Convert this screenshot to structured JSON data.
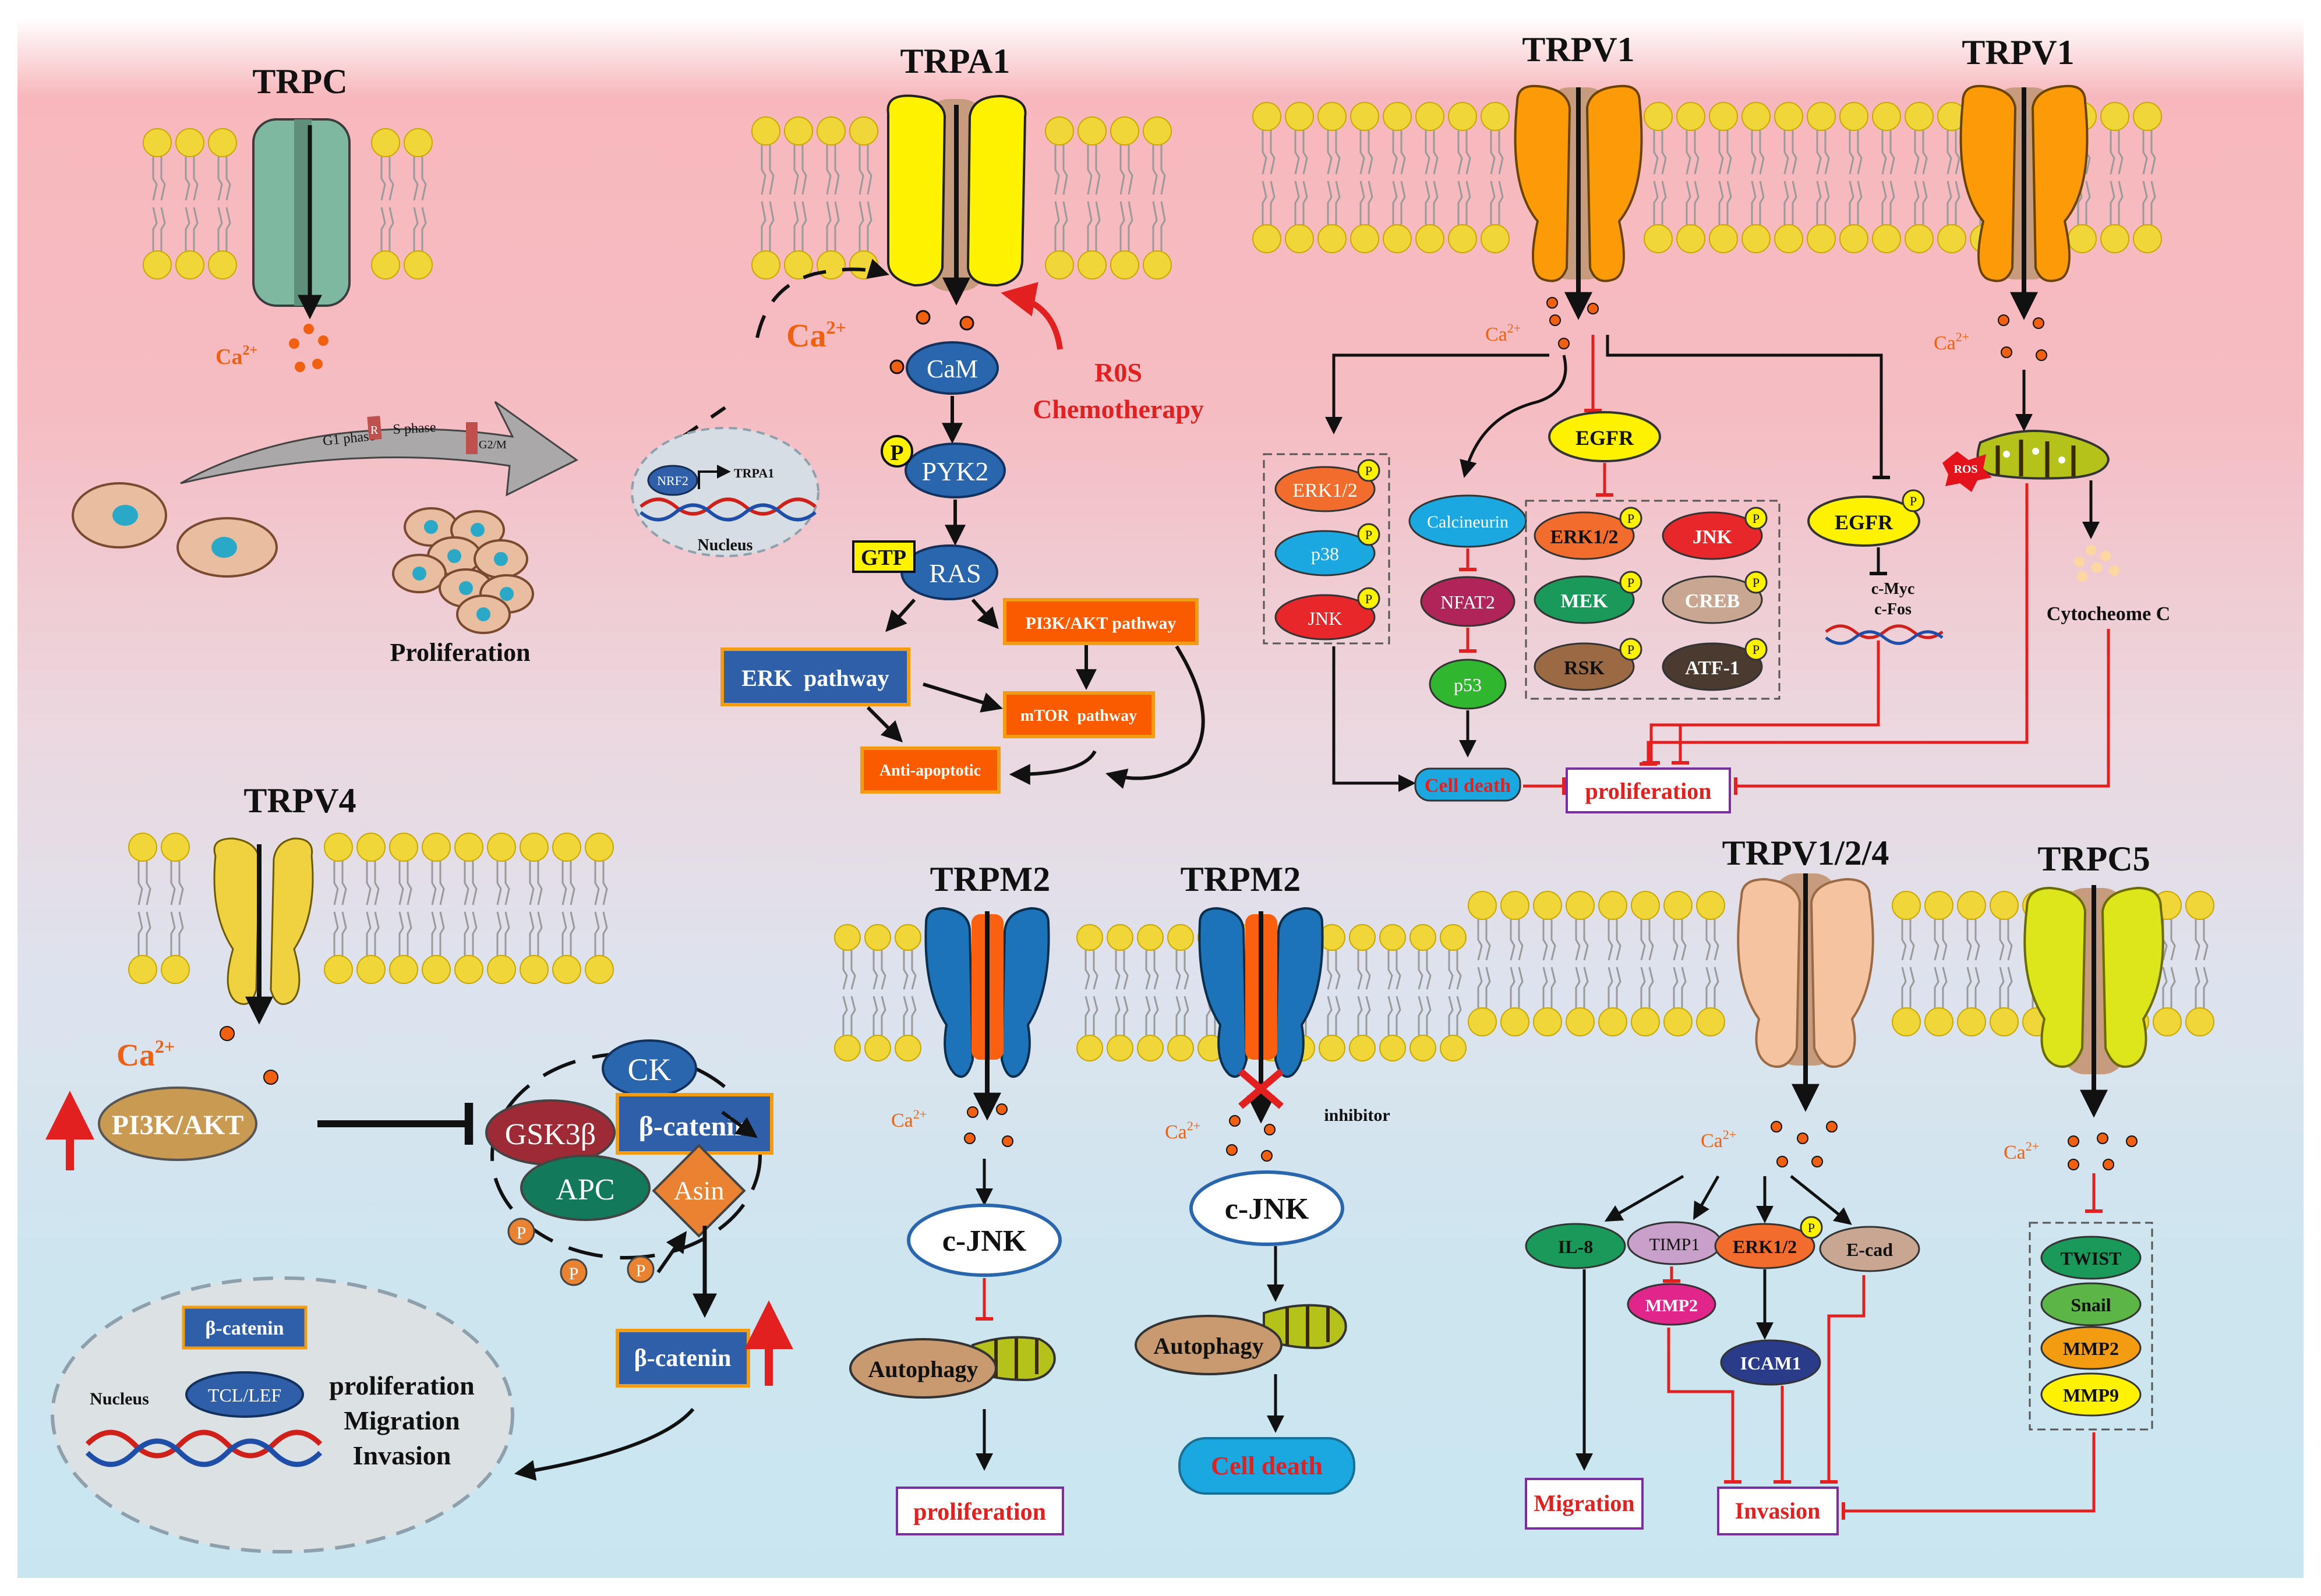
{
  "panels": {
    "trpc": {
      "channel": "TRPC",
      "ion": "Ca",
      "ion_sup": "2+",
      "cycle": {
        "g1": "G1 phase",
        "r": "R",
        "s": "S phase",
        "g2m": "G2/M"
      },
      "outcome": "Proliferation"
    },
    "trpa1": {
      "channel": "TRPA1",
      "ion": "Ca",
      "ion_sup": "2+",
      "nucleus": {
        "factor": "NRF2",
        "gene": "TRPA1",
        "label": "Nucleus"
      },
      "stimulus": [
        "R0S",
        "Chemotherapy"
      ],
      "cam": "CaM",
      "p_badge": "P",
      "pyk2": "PYK2",
      "gtp": "GTP",
      "ras": "RAS",
      "erk_pathway": "ERK  pathway",
      "pi3k_pathway": "PI3K/AKT pathway",
      "mtor_pathway": "mTOR  pathway",
      "anti_apoptotic": "Anti-apoptotic"
    },
    "trpv1_a": {
      "channel": "TRPV1",
      "ion": "Ca",
      "ion_sup": "2+",
      "egfr_top": "EGFR",
      "box1": [
        "ERK1/2",
        "p38",
        "JNK"
      ],
      "calcineurin": "Calcineurin",
      "nfat2": "NFAT2",
      "p53": "p53",
      "box2": [
        "ERK1/2",
        "JNK",
        "MEK",
        "CREB",
        "RSK",
        "ATF-1"
      ],
      "egfr_right": "EGFR",
      "myc": "c-Myc",
      "fos": "c-Fos",
      "cell_death": "Cell death",
      "proliferation": "proliferation",
      "p": "P"
    },
    "trpv1_b": {
      "channel": "TRPV1",
      "ion": "Ca",
      "ion_sup": "2+",
      "ros": "ROS",
      "cytochrome": "Cytocheome C"
    },
    "trpv4": {
      "channel": "TRPV4",
      "ion": "Ca",
      "ion_sup": "2+",
      "pi3k": "PI3K/AKT",
      "ck": "CK",
      "gsk": "GSK3β",
      "bcat_complex": "β-catenin",
      "apc": "APC",
      "asin": "Asin",
      "p": "P",
      "bcat_free": "β-catenin",
      "nucleus_bcat": "β-catenin",
      "nucleus_label": "Nucleus",
      "tcl": "TCL/LEF",
      "outcomes": [
        "proliferation",
        "Migration",
        "Invasion"
      ]
    },
    "trpm2_a": {
      "channel": "TRPM2",
      "ion": "Ca",
      "ion_sup": "2+",
      "cjnk": "c-JNK",
      "autophagy": "Autophagy",
      "outcome": "proliferation"
    },
    "trpm2_b": {
      "channel": "TRPM2",
      "ion": "Ca",
      "ion_sup": "2+",
      "inhibitor": "inhibitor",
      "cjnk": "c-JNK",
      "autophagy": "Autophagy",
      "outcome": "Cell death"
    },
    "trpv124": {
      "channel": "TRPV1/2/4",
      "ion": "Ca",
      "ion_sup": "2+",
      "il8": "IL-8",
      "timp1": "TIMP1",
      "erk": "ERK1/2",
      "ecad": "E-cad",
      "mmp2": "MMP2",
      "icam1": "ICAM1",
      "migration": "Migration",
      "invasion": "Invasion",
      "p": "P"
    },
    "trpc5": {
      "channel": "TRPC5",
      "ion": "Ca",
      "ion_sup": "2+",
      "box": [
        "TWIST",
        "Snail",
        "MMP2",
        "MMP9"
      ]
    }
  },
  "colors": {
    "lipid_head": "#f1d63a",
    "lipid_tail": "#9a9a9a",
    "ion": "#f06010",
    "inhibit_red": "#e32020",
    "orange_box": "#fa5a00",
    "blue_box": "#2f5fa8",
    "trpv1_orange": "#fd9a07",
    "trpc_green": "#7fb8a0",
    "trpa1_yellow": "#fff200",
    "trpm2_blue": "#1d73b8",
    "trpv124_peach": "#f5c3a0",
    "trpc5_lime": "#dde61a"
  }
}
